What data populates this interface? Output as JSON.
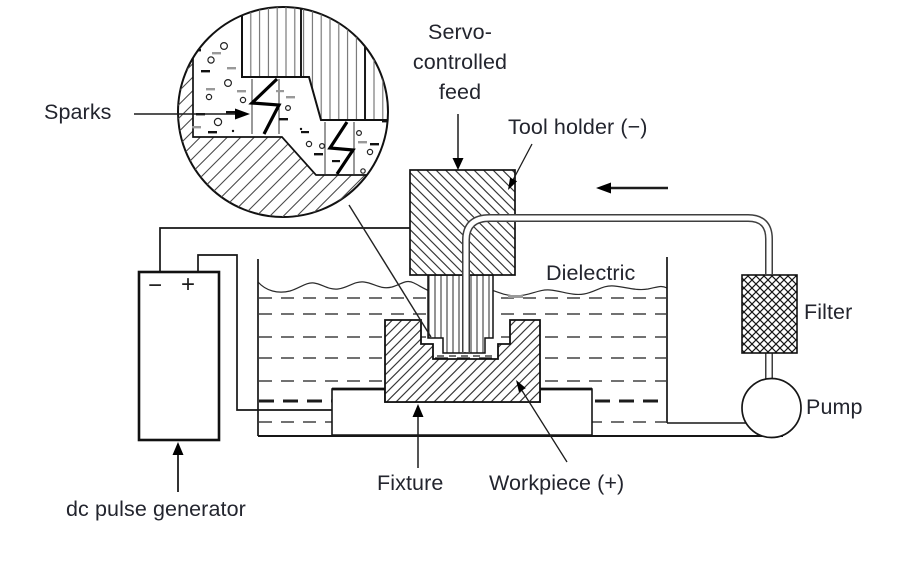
{
  "labels": {
    "sparks": "Sparks",
    "servo_feed": "Servo-\ncontrolled\nfeed",
    "tool_holder": "Tool holder (−)",
    "dielectric": "Dielectric",
    "filter": "Filter",
    "pump": "Pump",
    "fixture": "Fixture",
    "workpiece": "Workpiece (+)",
    "dc_generator": "dc pulse generator"
  },
  "generator_terminals": {
    "negative": "−",
    "positive": "+"
  },
  "colors": {
    "line": "#1c1c1c",
    "hatch": "#383838",
    "hatch_light": "#8a8a8a",
    "tube": "#3f3f3f",
    "text": "#23252e",
    "background": "#ffffff"
  }
}
